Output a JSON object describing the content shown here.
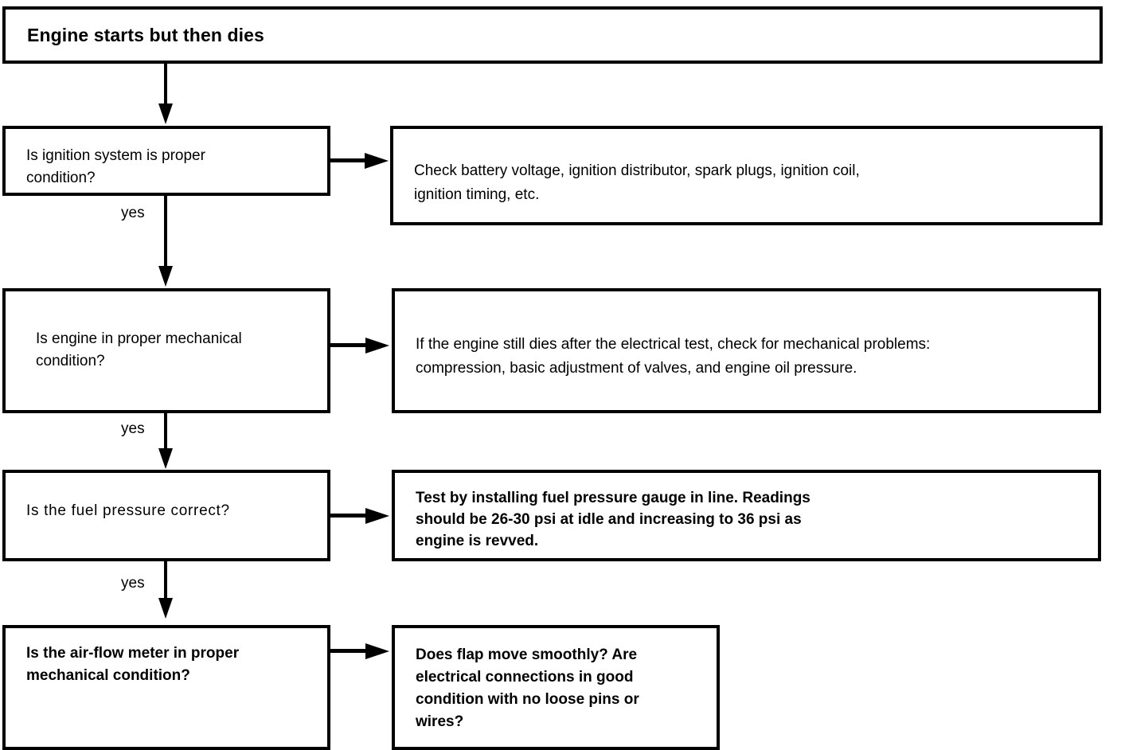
{
  "diagram": {
    "title": "Engine starts but then dies",
    "type": "troubleshooting-flowchart",
    "branch_label": "yes",
    "colors": {
      "line": "#000000",
      "background": "#ffffff",
      "text": "#000000"
    },
    "steps": [
      {
        "id": "ignition",
        "question": "Is ignition system is proper\ncondition?",
        "answer": "Check battery voltage, ignition distributor, spark plugs, ignition coil,\nignition timing, etc.",
        "yes_label": "yes"
      },
      {
        "id": "mechanical",
        "question": "Is engine in proper mechanical\ncondition?",
        "answer": "If the engine still dies after the electrical test, check for mechanical problems:\ncompression, basic adjustment of valves, and engine oil pressure.",
        "yes_label": "yes"
      },
      {
        "id": "fuel-pressure",
        "question": "Is the fuel pressure correct?",
        "answer": "Test by installing fuel pressure gauge in line. Readings\nshould be 26-30 psi at idle and increasing to 36 psi as\nengine is revved.",
        "yes_label": "yes"
      },
      {
        "id": "air-flow-meter",
        "question": "Is the air-flow meter in proper\nmechanical condition?",
        "answer": "Does flap move smoothly? Are\nelectrical connections in good\ncondition with no loose pins or\nwires?",
        "yes_label": ""
      }
    ]
  }
}
